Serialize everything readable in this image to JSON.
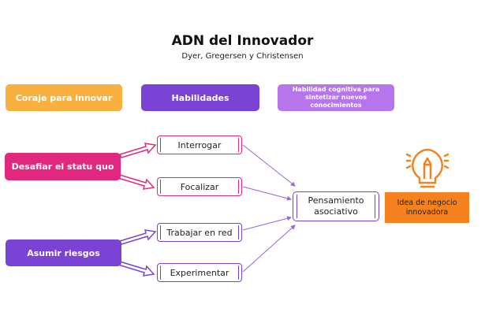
{
  "header": {
    "title": "ADN del Innovador",
    "subtitle": "Dyer, Gregersen y Christensen"
  },
  "legend": [
    {
      "label": "Coraje para innovar",
      "color": "#f8b03e"
    },
    {
      "label": "Habilidades",
      "color": "#7b43d3"
    },
    {
      "label": "Habilidad cognitiva para sintetizar nuevos conocimientos",
      "color": "#b675ea"
    }
  ],
  "drivers": [
    {
      "label": "Desafiar el statu quo",
      "color": "#e0287e"
    },
    {
      "label": "Asumir riesgos",
      "color": "#7b43d3"
    }
  ],
  "skills": [
    {
      "label": "Interrogar",
      "driver": "Desafiar el statu quo"
    },
    {
      "label": "Focalizar",
      "driver": "Desafiar el statu quo"
    },
    {
      "label": "Trabajar en red",
      "driver": "Asumir riesgos"
    },
    {
      "label": "Experimentar",
      "driver": "Asumir riesgos"
    }
  ],
  "synthesis": {
    "label": "Pensamiento asociativo"
  },
  "outcome": {
    "label": "Idea de negocio innovadora",
    "icon": "lightbulb-pencil-icon",
    "color": "#f5821f"
  }
}
